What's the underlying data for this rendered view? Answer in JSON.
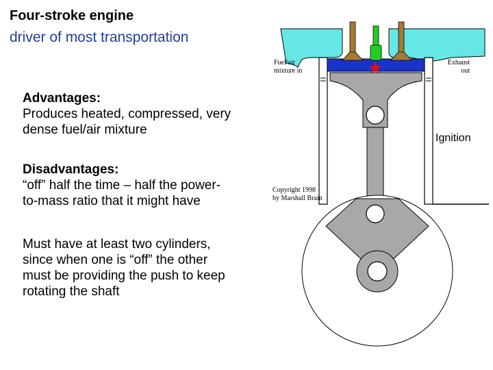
{
  "title": {
    "line1": "Four-stroke engine",
    "line2": "driver of most transportation"
  },
  "advantages": {
    "heading": "Advantages:",
    "line1": "Produces heated, compressed, very",
    "line2": "dense fuel/air mixture"
  },
  "disadvantages": {
    "heading": "Disadvantages:",
    "line1": "“off” half the time – half the power-",
    "line2": "to-mass ratio that it might have"
  },
  "note": {
    "line1": "Must have at least two cylinders,",
    "line2": "since when one is “off” the other",
    "line3": "must be providing the push to keep",
    "line4": "rotating the shaft"
  },
  "diagram": {
    "intake_label_1": "Fuel/air",
    "intake_label_2": "mixture in",
    "exhaust_label_1": "Exhaust",
    "exhaust_label_2": "out",
    "ignition_label": "Ignition",
    "copyright_1": "Copyright 1998",
    "copyright_2": "by Marshall Brain",
    "colors": {
      "ports": "#66e6e6",
      "combustion_chamber": "#1a33cc",
      "valves": "#a67a33",
      "spark_plug": "#22cc22",
      "spark": "#e01010",
      "piston": "#a8a8a8",
      "crank": "#ffffff",
      "outline": "#000000"
    }
  }
}
